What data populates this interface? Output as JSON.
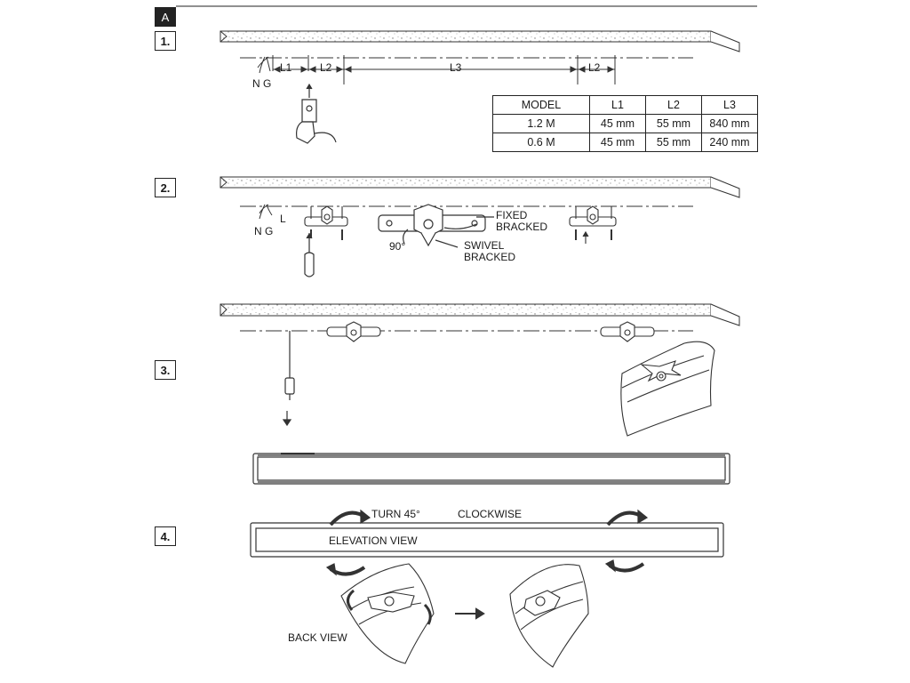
{
  "section": "A",
  "steps": [
    "1.",
    "2.",
    "3.",
    "4."
  ],
  "step1": {
    "wires": "N  G",
    "dims": [
      "L1",
      "L2",
      "L3",
      "L2"
    ],
    "table": {
      "headers": [
        "MODEL",
        "L1",
        "L2",
        "L3"
      ],
      "rows": [
        [
          "1.2 M",
          "45 mm",
          "55 mm",
          "840 mm"
        ],
        [
          "0.6 M",
          "45 mm",
          "55 mm",
          "240 mm"
        ]
      ]
    }
  },
  "step2": {
    "wires_ng": "N  G",
    "wire_l": "L",
    "fixed_bracket": [
      "FIXED",
      "BRACKED"
    ],
    "swivel_bracket": [
      "SWIVEL",
      "BRACKED"
    ],
    "angle": "90°"
  },
  "step4": {
    "turn": "TURN 45°",
    "direction": "CLOCKWISE",
    "elevation": "ELEVATION VIEW",
    "back": "BACK VIEW"
  }
}
